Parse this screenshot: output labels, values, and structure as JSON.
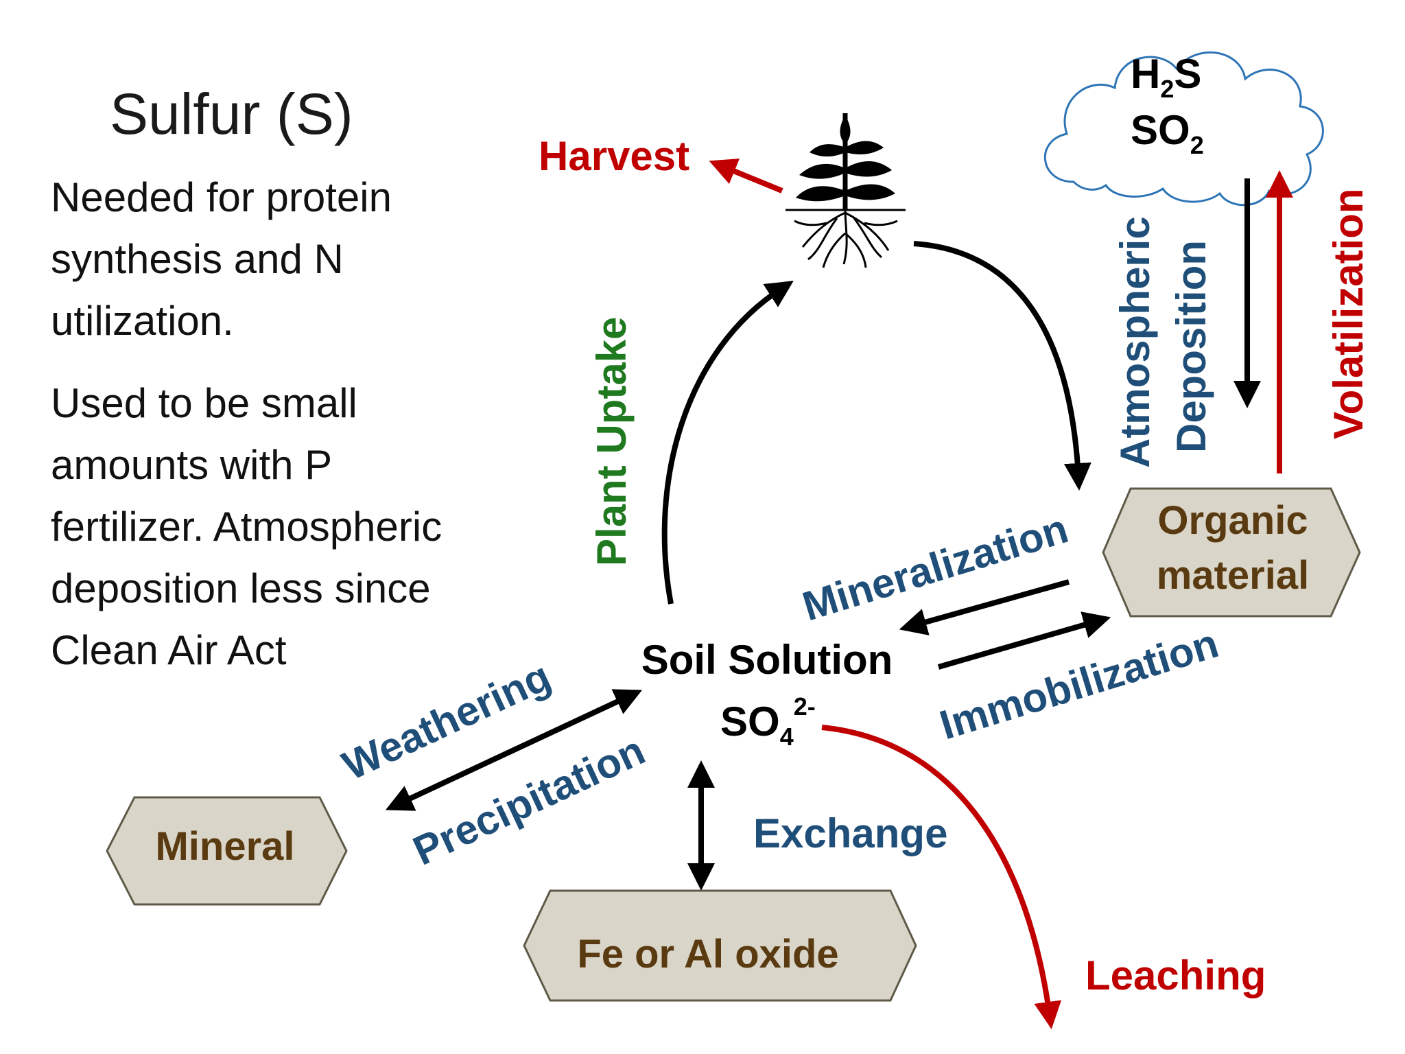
{
  "title": "Sulfur (S)",
  "description": {
    "para1": [
      "Needed for protein",
      "synthesis and N",
      "utilization."
    ],
    "para2": [
      "Used to be small",
      "amounts with P",
      "fertilizer. Atmospheric",
      "deposition less since",
      "Clean Air Act"
    ]
  },
  "atmosphere": {
    "gas1": {
      "base": "H",
      "sub": "2",
      "rest": "S"
    },
    "gas2": {
      "base": "SO",
      "sub": "2"
    }
  },
  "soil_solution": {
    "label": "Soil Solution",
    "ion": {
      "base": "SO",
      "sub": "4",
      "sup": "2-"
    }
  },
  "pools": {
    "organic": [
      "Organic",
      "material"
    ],
    "mineral": "Mineral",
    "oxide": "Fe or Al oxide"
  },
  "processes": {
    "harvest": "Harvest",
    "plant_uptake": "Plant  Uptake",
    "atmospheric": "Atmospheric",
    "deposition": "Deposition",
    "volatilization": "Volatilization",
    "mineralization": "Mineralization",
    "immobilization": "Immobilization",
    "weathering": "Weathering",
    "precipitation": "Precipitation",
    "exchange": "Exchange",
    "leaching": "Leaching"
  },
  "colors": {
    "red": "#c00000",
    "green": "#1f7a1f",
    "blue": "#1f4e79",
    "box_fill": "#d9d5c8",
    "box_stroke": "#5f5a48",
    "box_text": "#5a3a10",
    "cloud": "#2e75b6"
  }
}
